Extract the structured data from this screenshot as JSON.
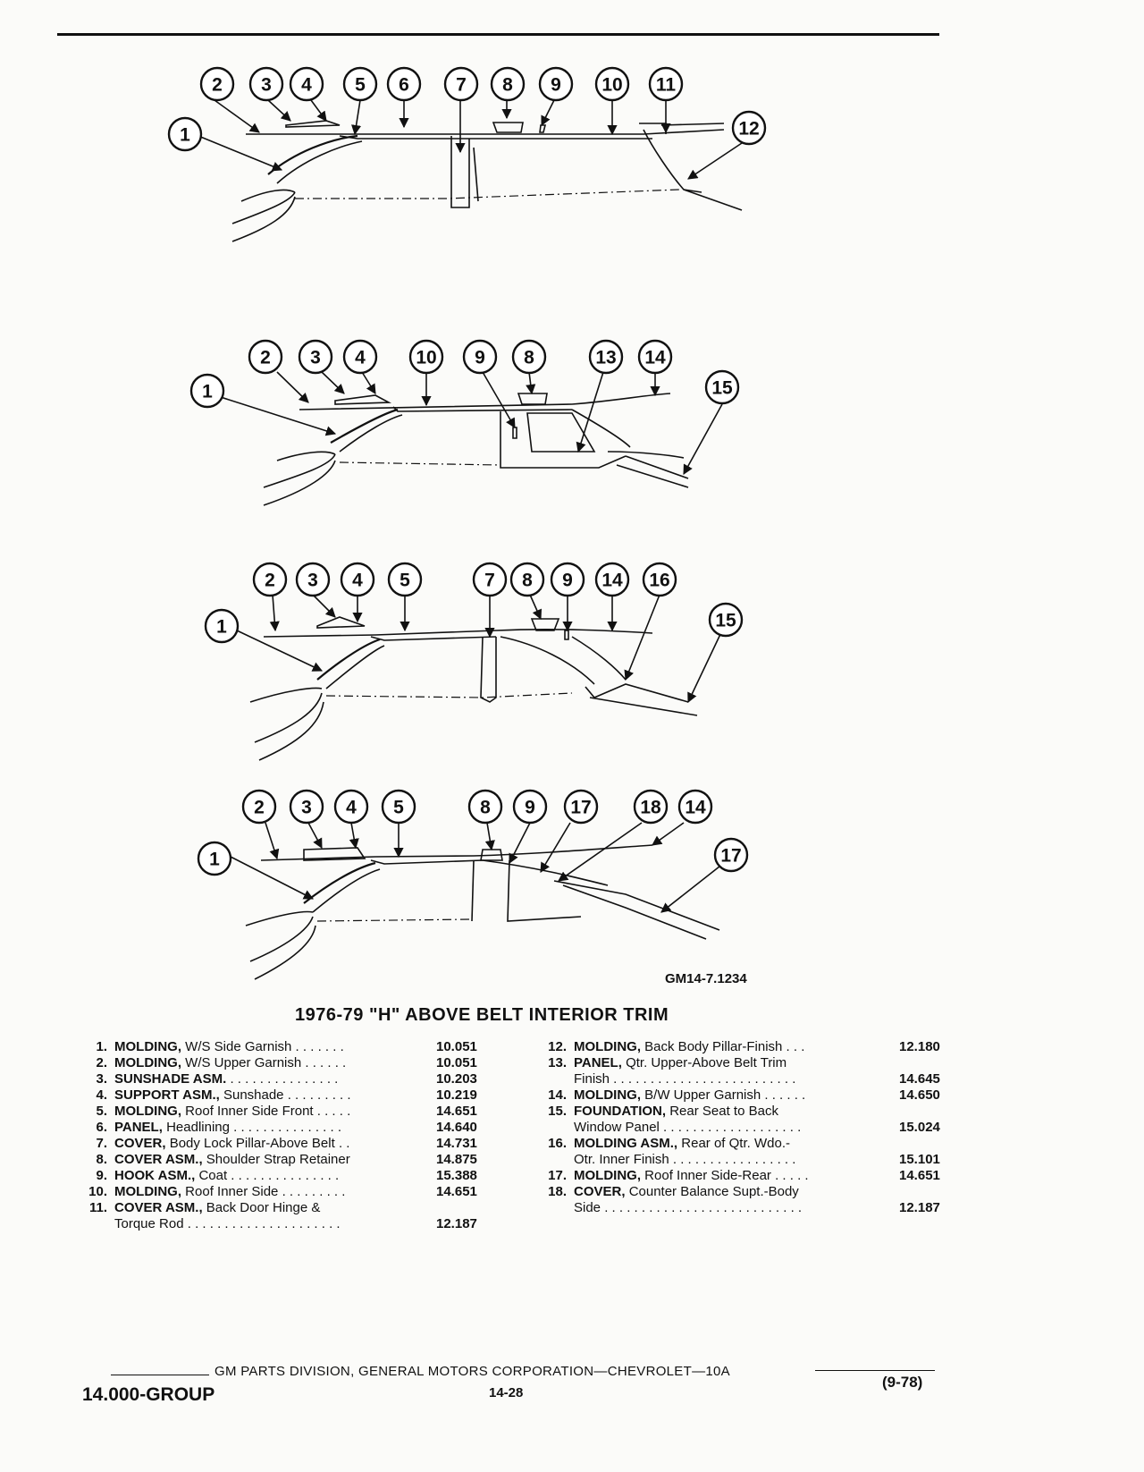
{
  "figure": {
    "code": "GM14-7.1234",
    "views": [
      {
        "callouts": [
          "1",
          "2",
          "3",
          "4",
          "5",
          "6",
          "7",
          "8",
          "9",
          "10",
          "11",
          "12"
        ]
      },
      {
        "callouts": [
          "1",
          "2",
          "3",
          "4",
          "10",
          "9",
          "8",
          "13",
          "14",
          "15"
        ]
      },
      {
        "callouts": [
          "1",
          "2",
          "3",
          "4",
          "5",
          "7",
          "8",
          "9",
          "14",
          "16",
          "15"
        ]
      },
      {
        "callouts": [
          "1",
          "2",
          "3",
          "4",
          "5",
          "8",
          "9",
          "17",
          "18",
          "14",
          "17"
        ]
      }
    ]
  },
  "title": "1976-79 \"H\" ABOVE BELT INTERIOR TRIM",
  "legend_left": [
    {
      "num": "1.",
      "name": "MOLDING,",
      "desc": "W/S Side Garnish",
      "dots": " . . . . . . .",
      "part": "10.051"
    },
    {
      "num": "2.",
      "name": "MOLDING,",
      "desc": "W/S Upper Garnish",
      "dots": " . . . . . .",
      "part": "10.051"
    },
    {
      "num": "3.",
      "name": "SUNSHADE ASM.",
      "desc": "",
      "dots": " . . . . . . . . . . . . . . .",
      "part": "10.203"
    },
    {
      "num": "4.",
      "name": "SUPPORT ASM.,",
      "desc": "Sunshade",
      "dots": " . . . . . . . . .",
      "part": "10.219"
    },
    {
      "num": "5.",
      "name": "MOLDING,",
      "desc": "Roof Inner Side Front",
      "dots": " . . . . .",
      "part": "14.651"
    },
    {
      "num": "6.",
      "name": "PANEL,",
      "desc": "Headlining",
      "dots": " . . . . . . . . . . . . . . .",
      "part": "14.640"
    },
    {
      "num": "7.",
      "name": "COVER,",
      "desc": "Body Lock Pillar-Above Belt",
      "dots": " . .",
      "part": "14.731"
    },
    {
      "num": "8.",
      "name": "COVER ASM.,",
      "desc": "Shoulder Strap Retainer",
      "dots": "",
      "part": "14.875"
    },
    {
      "num": "9.",
      "name": "HOOK ASM.,",
      "desc": "Coat",
      "dots": " . . . . . . . . . . . . . . .",
      "part": "15.388"
    },
    {
      "num": "10.",
      "name": "MOLDING,",
      "desc": "Roof Inner Side",
      "dots": " . . . . . . . . .",
      "part": "14.651"
    },
    {
      "num": "11.",
      "name": "COVER ASM.,",
      "desc": "Back Door Hinge &",
      "dots": "",
      "part": ""
    },
    {
      "num": "",
      "name": "",
      "desc": "Torque Rod",
      "dots": " . . . . . . . . . . . . . . . . . . . . .",
      "part": "12.187"
    }
  ],
  "legend_right": [
    {
      "num": "12.",
      "name": "MOLDING,",
      "desc": "Back Body Pillar-Finish",
      "dots": " . . .",
      "part": "12.180"
    },
    {
      "num": "13.",
      "name": "PANEL,",
      "desc": "Qtr. Upper-Above Belt Trim",
      "dots": "",
      "part": ""
    },
    {
      "num": "",
      "name": "",
      "desc": "Finish",
      "dots": " . . . . . . . . . . . . . . . . . . . . . . . . .",
      "part": "14.645"
    },
    {
      "num": "14.",
      "name": "MOLDING,",
      "desc": "B/W Upper Garnish",
      "dots": " . . . . . .",
      "part": "14.650"
    },
    {
      "num": "15.",
      "name": "FOUNDATION,",
      "desc": "Rear Seat to Back",
      "dots": "",
      "part": ""
    },
    {
      "num": "",
      "name": "",
      "desc": "Window Panel",
      "dots": " . . . . . . . . . . . . . . . . . . .",
      "part": "15.024"
    },
    {
      "num": "16.",
      "name": "MOLDING ASM.,",
      "desc": "Rear of Qtr. Wdo.-",
      "dots": "",
      "part": ""
    },
    {
      "num": "",
      "name": "",
      "desc": "Otr. Inner Finish",
      "dots": " . . . . . . . . . . . . . . . . .",
      "part": "15.101"
    },
    {
      "num": "17.",
      "name": "MOLDING,",
      "desc": "Roof Inner Side-Rear",
      "dots": " . . . . .",
      "part": "14.651"
    },
    {
      "num": "18.",
      "name": "COVER,",
      "desc": "Counter Balance Supt.-Body",
      "dots": "",
      "part": ""
    },
    {
      "num": "",
      "name": "",
      "desc": "Side",
      "dots": " . . . . . . . . . . . . . . . . . . . . . . . . . . .",
      "part": "12.187"
    }
  ],
  "footer": {
    "division": "GM PARTS DIVISION, GENERAL MOTORS CORPORATION—CHEVROLET—10A",
    "group": "14.000-GROUP",
    "page": "14-28",
    "date": "(9-78)"
  }
}
